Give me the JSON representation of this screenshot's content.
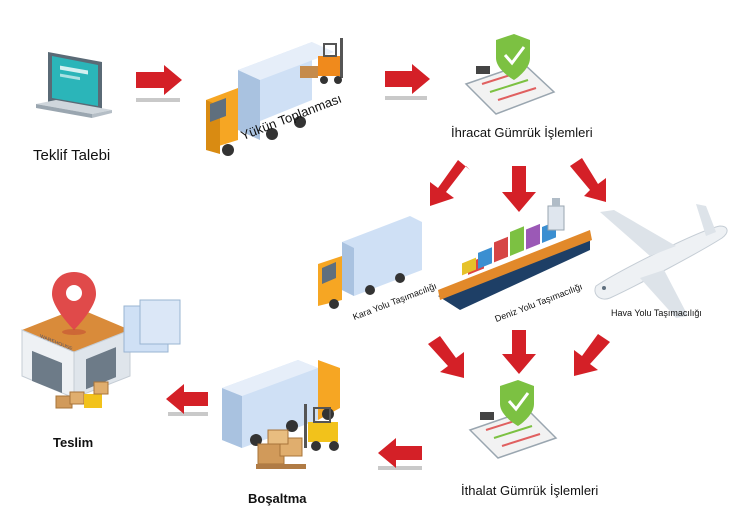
{
  "labels": {
    "teklif": "Teklif Talebi",
    "toplanma": "Yükün Toplanması",
    "ihracat": "İhracat Gümrük İşlemleri",
    "kara": "Kara Yolu Taşımacılığı",
    "deniz": "Deniz Yolu Taşımacılığı",
    "hava": "Hava Yolu Taşımacılığı",
    "ithalat": "İthalat Gümrük İşlemleri",
    "bosaltma": "Boşaltma",
    "teslim": "Teslim"
  },
  "warehouse_sign": "WAREHOUSE",
  "colors": {
    "arrow_red": "#d42027",
    "arrow_shadow": "#c9c9c9",
    "truck_cab": "#f6a623",
    "trailer": "#cfe0f5",
    "shield_green": "#7cc142",
    "pin_red": "#e04a4a",
    "laptop_screen": "#2bb5b9"
  },
  "icons": [
    "laptop-icon",
    "truck-icon",
    "forklift-icon",
    "customs-shield-icon",
    "container-ship-icon",
    "airplane-icon",
    "warehouse-icon",
    "location-pin-icon",
    "boxes-icon"
  ]
}
